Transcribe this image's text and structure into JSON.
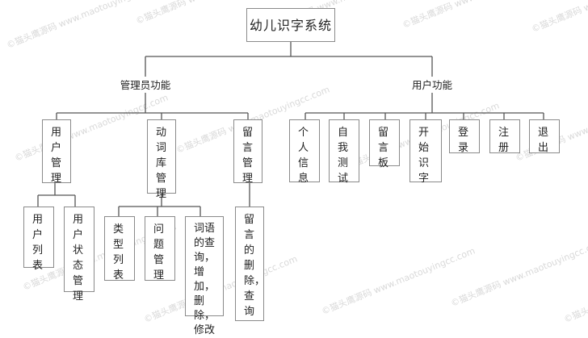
{
  "watermark": "©猫头鹰源码 www.maotouyingcc.com",
  "colors": {
    "line": "#555555",
    "border": "#8a8a8a",
    "watermark": "#d9d9d9"
  },
  "diagram": {
    "root": "幼儿识字系统",
    "admin": {
      "label": "管理员功能",
      "modules": {
        "user_mgmt": {
          "label": "用户管理",
          "children": [
            "用户列表",
            "用户状态管理"
          ]
        },
        "vocab_mgmt": {
          "label": "动词库管理",
          "children": [
            "类型列表",
            "问题管理",
            "词语的查询，增加，删除，修改"
          ]
        },
        "msg_mgmt": {
          "label": "留言管理",
          "children": [
            "留言的删除，查询"
          ]
        }
      }
    },
    "user": {
      "label": "用户功能",
      "items": [
        "个人信息",
        "自我测试",
        "留言板",
        "开始识字",
        "登录",
        "注册",
        "退出"
      ]
    }
  }
}
